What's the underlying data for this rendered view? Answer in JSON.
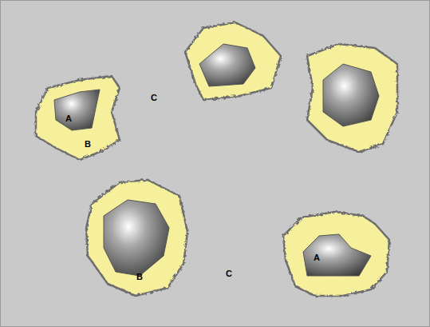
{
  "diagram": {
    "labels": [
      "C",
      "A",
      "B",
      "A",
      "C",
      "B"
    ]
  }
}
